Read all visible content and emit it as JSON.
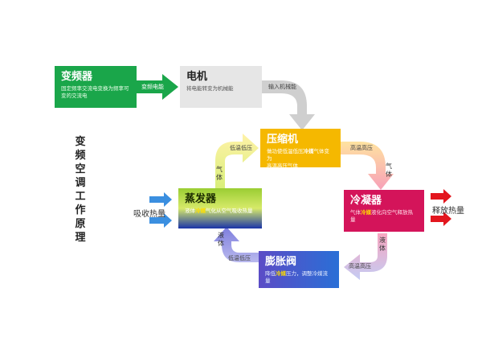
{
  "title": "变频空调工作原理",
  "inverter": {
    "title": "变频器",
    "desc": "固定频率交流电变换为频率可变的交流电"
  },
  "motor": {
    "title": "电机",
    "desc": "将电能转变为机械能"
  },
  "compressor": {
    "title": "压缩机",
    "desc_a": "做功使低温低压",
    "desc_em": "冷媒",
    "desc_b": "气体变为",
    "desc_c": "高温高压气体"
  },
  "condenser": {
    "title": "冷凝器",
    "desc_a": "气体",
    "desc_em": "冷媒",
    "desc_b": "液化向空气释放热量"
  },
  "expansion": {
    "title": "膨胀阀",
    "desc_a": "降低",
    "desc_em": "冷媒",
    "desc_b": "压力，调整冷媒流量"
  },
  "evaporator": {
    "title": "蒸发器",
    "desc_a": "液体",
    "desc_em": "冷媒",
    "desc_b": "气化从空气吸收热量"
  },
  "labels": {
    "inverter_to_motor": "变频电能",
    "motor_to_compressor": "输入机械能",
    "high_temp_high_press_top": "高温高压",
    "high_temp_high_press_bottom": "高温高压",
    "low_temp_low_press_top": "低温低压",
    "low_temp_low_press_bottom": "低温低压",
    "gas_right": "气体",
    "gas_left": "气体",
    "liquid_right": "液体",
    "liquid_left": "液体",
    "absorb_heat": "吸收热量",
    "release_heat": "释放热量"
  },
  "colors": {
    "inverter": "#1aa64a",
    "motor": "#e6e6e6",
    "compressor": "#f5b800",
    "condenser": "#d4145a",
    "expansion": "#2a6fd6",
    "evaporator": "#9acd32",
    "emphasis": "#ffdd00"
  }
}
